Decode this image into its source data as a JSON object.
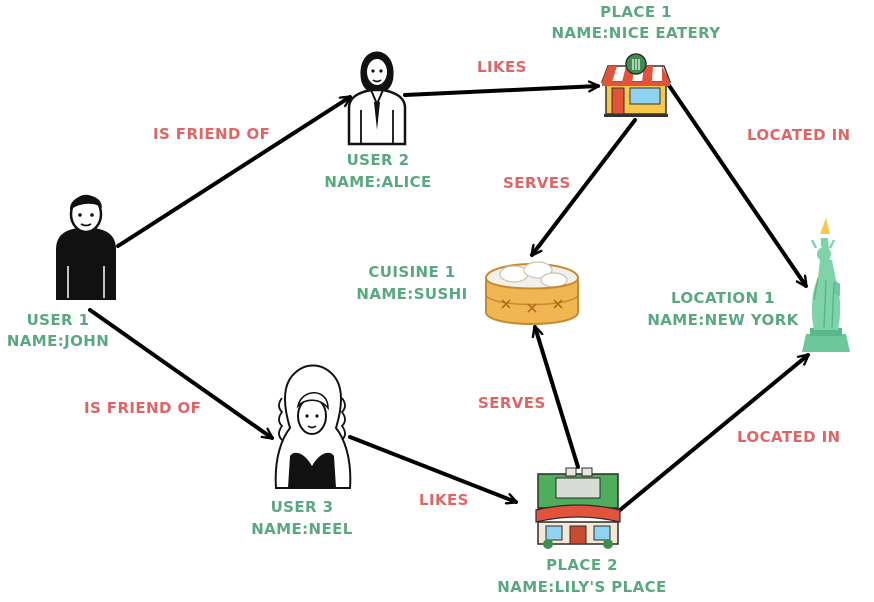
{
  "colors": {
    "node_label": "#5aa880",
    "edge_label": "#e06666",
    "edge": "#000000"
  },
  "nodes": {
    "user1": {
      "line1": "USER 1",
      "line2": "NAME:JOHN",
      "icon": "user-john-icon"
    },
    "user2": {
      "line1": "USER 2",
      "line2": "NAME:ALICE",
      "icon": "user-alice-icon"
    },
    "user3": {
      "line1": "USER 3",
      "line2": "NAME:NEEL",
      "icon": "user-neel-icon"
    },
    "place1": {
      "line1": "PLACE 1",
      "line2": "NAME:NICE EATERY",
      "icon": "shop-icon"
    },
    "place2": {
      "line1": "PLACE 2",
      "line2": "NAME:LILY'S PLACE",
      "icon": "restaurant-icon"
    },
    "cuisine1": {
      "line1": "CUISINE 1",
      "line2": "NAME:SUSHI",
      "icon": "dumpling-basket-icon"
    },
    "location1": {
      "line1": "LOCATION 1",
      "line2": "NAME:NEW YORK",
      "icon": "statue-of-liberty-icon"
    }
  },
  "edges": {
    "user1_user2": "IS FRIEND OF",
    "user1_user3": "IS FRIEND OF",
    "user2_place1": "LIKES",
    "user3_place2": "LIKES",
    "place1_cuisine1": "SERVES",
    "place2_cuisine1": "SERVES",
    "place1_location1": "LOCATED IN",
    "place2_location1": "LOCATED IN"
  }
}
